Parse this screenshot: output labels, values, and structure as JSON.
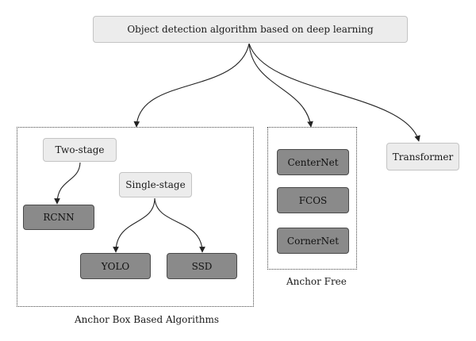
{
  "root": {
    "label": "Object detection algorithm based on deep learning"
  },
  "groups": {
    "anchor_box": {
      "caption": "Anchor Box Based Algorithms"
    },
    "anchor_free": {
      "caption": "Anchor Free"
    }
  },
  "nodes": {
    "two_stage": "Two-stage",
    "single_stage": "Single-stage",
    "rcnn": "RCNN",
    "yolo": "YOLO",
    "ssd": "SSD",
    "centernet": "CenterNet",
    "fcos": "FCOS",
    "cornernet": "CornerNet",
    "transformer": "Transformer"
  },
  "colors": {
    "category_fill": "#ececec",
    "method_fill": "#8a8a8a",
    "edge": "#222222"
  }
}
